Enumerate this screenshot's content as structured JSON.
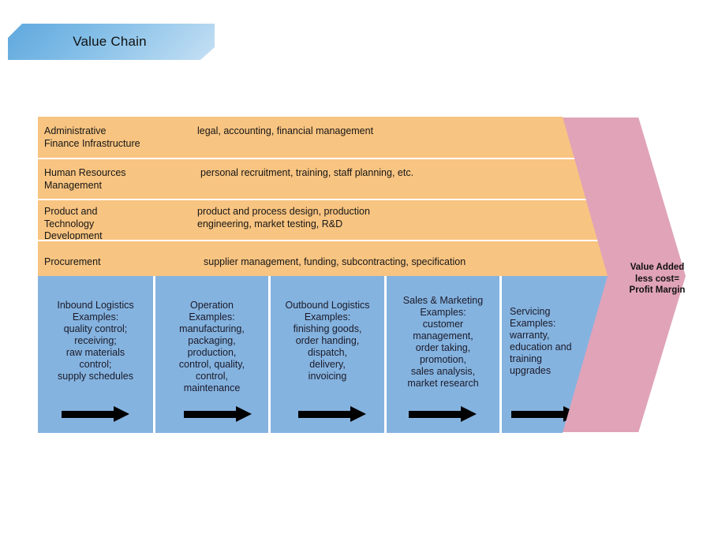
{
  "title_banner": {
    "label": "Value Chain"
  },
  "colors": {
    "banner_blue": "#7dbbe6",
    "support_orange": "#f8c481",
    "primary_blue": "#85b3e0",
    "margin_pink": "#e0a3b8",
    "divider_white": "#ffffff",
    "arrow_black": "#000000",
    "text_dark": "#161616"
  },
  "support_activities": [
    {
      "label": "Administrative\nFinance Infrastructure",
      "description": "legal, accounting, financial management"
    },
    {
      "label": "Human Resources\nManagement",
      "description": "personal recruitment, training, staff planning, etc."
    },
    {
      "label": "Product and\nTechnology\nDevelopment",
      "description": "product and process design, production\nengineering, market testing,  R&D"
    },
    {
      "label": "Procurement",
      "description": "supplier management, funding, subcontracting,  specification"
    }
  ],
  "primary_activities": [
    {
      "text": "Inbound Logistics\nExamples:\nquality control;\nreceiving;\nraw materials\ncontrol;\nsupply schedules"
    },
    {
      "text": "Operation\nExamples:\nmanufacturing,\npackaging,\nproduction,\ncontrol, quality,\ncontrol,\nmaintenance"
    },
    {
      "text": "Outbound Logistics\nExamples:\nfinishing goods,\norder handing,\ndispatch,\ndelivery,\ninvoicing"
    },
    {
      "text": "Sales &  Marketing\nExamples:\ncustomer\nmanagement,\norder taking,\npromotion,\nsales analysis,\nmarket research"
    },
    {
      "text": "Servicing\nExamples:\nwarranty,\neducation and\ntraining\nupgrades"
    }
  ],
  "margin_arrow": {
    "text": "Value Added\nless cost=\nProfit Margin"
  }
}
